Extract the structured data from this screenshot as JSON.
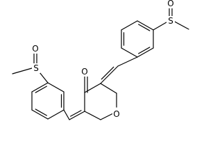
{
  "molecule": {
    "atoms": {
      "ketone_oxygen": "O",
      "ring_oxygen": "O",
      "right_sulfur": "S",
      "right_sulfoxide_oxygen": "O",
      "left_sulfur": "S",
      "left_sulfoxide_oxygen": "O"
    }
  },
  "colors": {
    "bond": "#000000",
    "label": "#000000",
    "background": "#ffffff"
  }
}
